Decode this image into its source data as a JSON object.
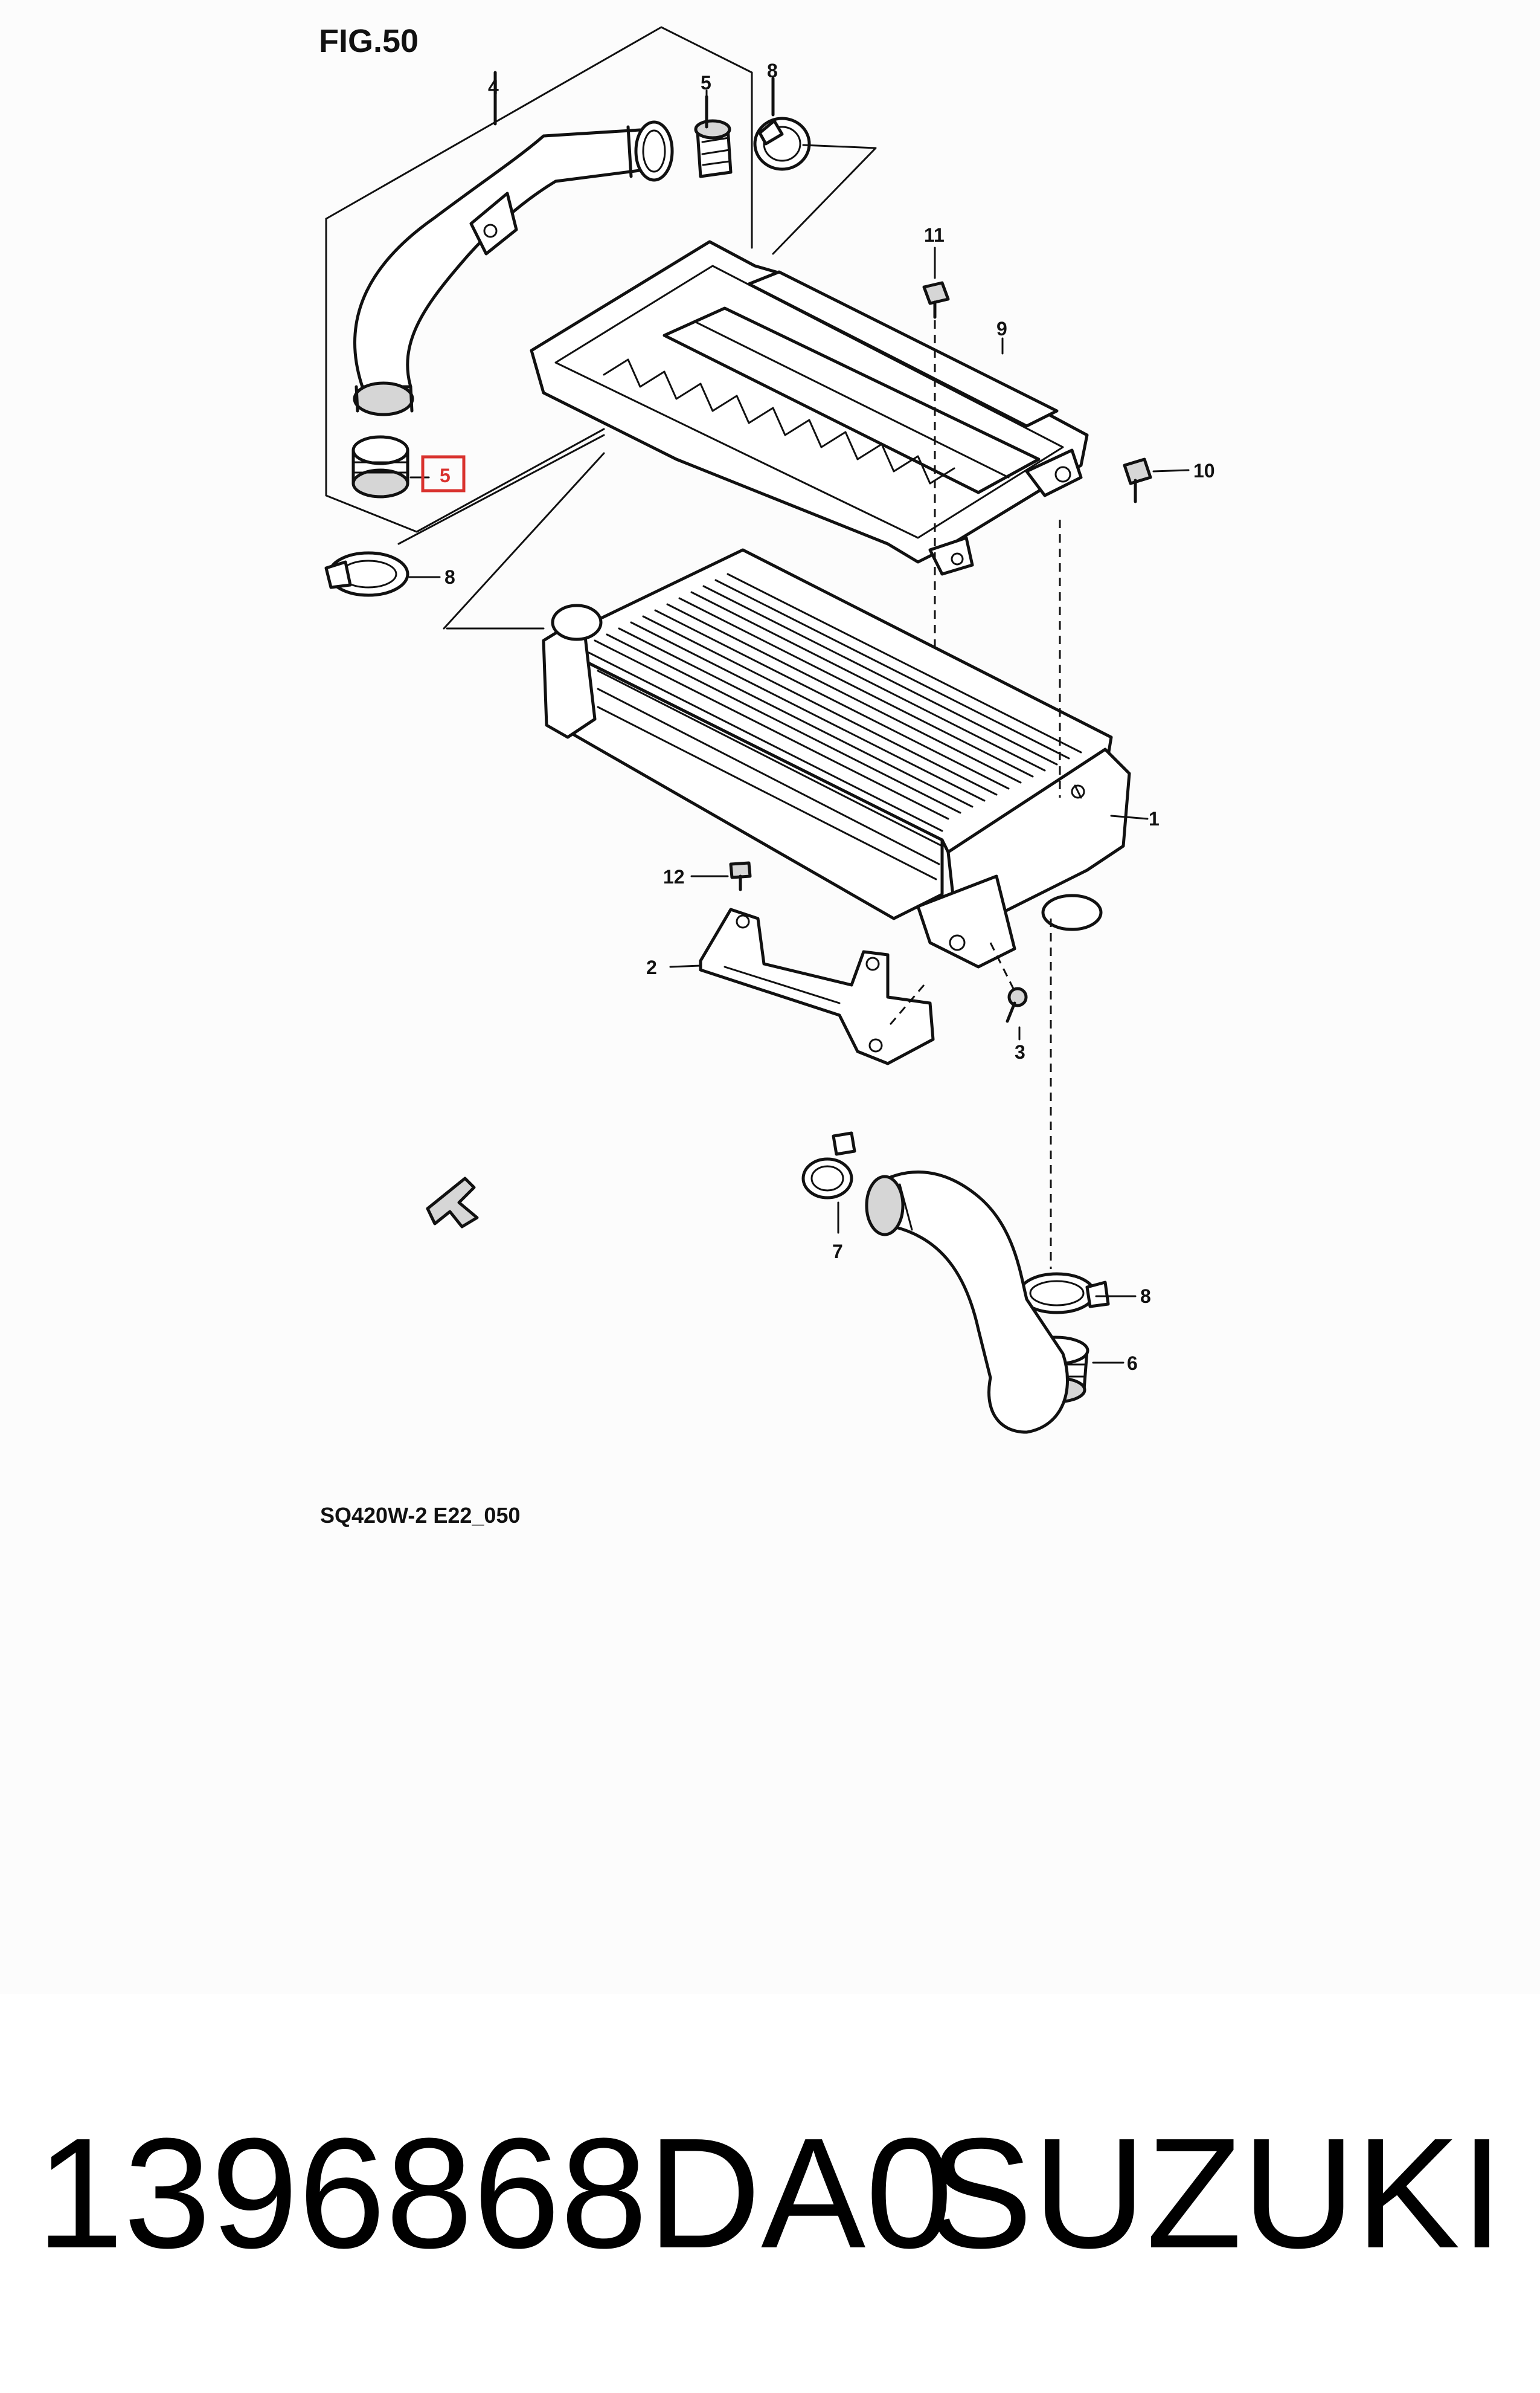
{
  "diagram": {
    "figure_label": "FIG.50",
    "drawing_code": "SQ420W-2 E22_050",
    "callouts": {
      "c1": "1",
      "c2": "2",
      "c3": "3",
      "c4": "4",
      "c5_top": "5",
      "c5_highlight": "5",
      "c6": "6",
      "c7": "7",
      "c8_top": "8",
      "c8_left": "8",
      "c8_lower": "8",
      "c9": "9",
      "c10": "10",
      "c11": "11",
      "c12": "12"
    },
    "highlight_color": "#d9322e"
  },
  "footer": {
    "part_number": "1396868DA0",
    "brand": "SUZUKI"
  }
}
